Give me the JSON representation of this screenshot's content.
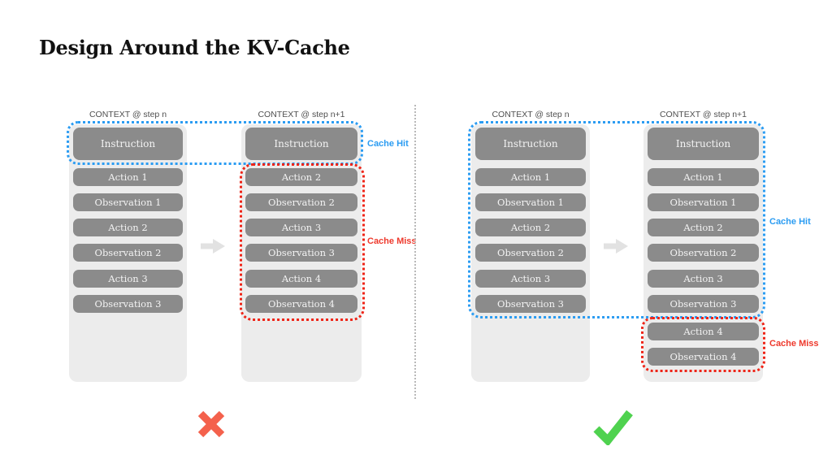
{
  "title": "Design Around the KV-Cache",
  "colors": {
    "cache_hit_blue": "#2b9cf2",
    "cache_miss_red": "#ee2417",
    "box_gray": "#8b8b8b",
    "container_gray": "#ececec",
    "cross_red": "#f4614c",
    "check_green": "#4fd24f",
    "divider_gray": "#b9b9b9"
  },
  "panels": {
    "left": {
      "verdict_icon": "cross",
      "cache_hit_label": "Cache Hit",
      "cache_miss_label": "Cache Miss",
      "col_a": {
        "header": "CONTEXT @ step n",
        "items": [
          "Instruction",
          "Action 1",
          "Observation 1",
          "Action 2",
          "Observation 2",
          "Action 3",
          "Observation 3"
        ]
      },
      "col_b": {
        "header": "CONTEXT @ step n+1",
        "items": [
          "Instruction",
          "Action 2",
          "Observation 2",
          "Action 3",
          "Observation 3",
          "Action 4",
          "Observation 4"
        ]
      }
    },
    "right": {
      "verdict_icon": "check",
      "cache_hit_label": "Cache Hit",
      "cache_miss_label": "Cache Miss",
      "col_a": {
        "header": "CONTEXT @ step n",
        "items": [
          "Instruction",
          "Action 1",
          "Observation 1",
          "Action 2",
          "Observation 2",
          "Action 3",
          "Observation 3"
        ]
      },
      "col_b": {
        "header": "CONTEXT @ step n+1",
        "items": [
          "Instruction",
          "Action 1",
          "Observation 1",
          "Action 2",
          "Observation 2",
          "Action 3",
          "Observation 3",
          "Action 4",
          "Observation 4"
        ]
      }
    }
  }
}
